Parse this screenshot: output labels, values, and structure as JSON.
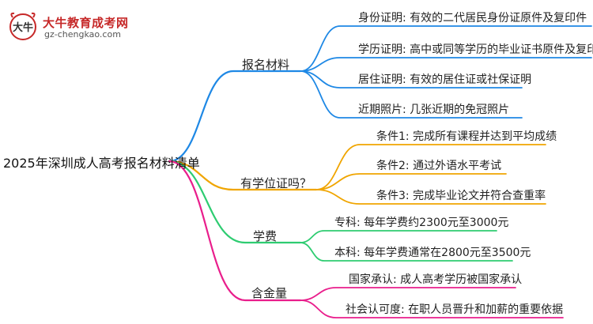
{
  "logo": {
    "title": "大牛教育成考网",
    "url": "gz-chengkao.com",
    "mark_text": "大牛"
  },
  "mindmap": {
    "root": "2025年深圳成人高考报名材料清单",
    "branches": [
      {
        "label": "报名材料",
        "color": "#1e88e5",
        "leaves": [
          "身份证明: 有效的二代居民身份证原件及复印件",
          "学历证明: 高中或同等学历的毕业证书原件及复印件",
          "居住证明: 有效的居住证或社保证明",
          "近期照片: 几张近期的免冠照片"
        ]
      },
      {
        "label": "有学位证吗？",
        "color": "#f0a500",
        "leaves": [
          "条件1: 完成所有课程并达到平均成绩",
          "条件2: 通过外语水平考试",
          "条件3: 完成毕业论文并符合查重率"
        ]
      },
      {
        "label": "学费",
        "color": "#2ecc71",
        "leaves": [
          "专科: 每年学费约2300元至3000元",
          "本科: 每年学费通常在2800元至3500元"
        ]
      },
      {
        "label": "含金量",
        "color": "#e91e8c",
        "leaves": [
          "国家承认: 成人高考学历被国家承认",
          "社会认可度: 在职人员晋升和加薪的重要依据"
        ]
      }
    ]
  }
}
